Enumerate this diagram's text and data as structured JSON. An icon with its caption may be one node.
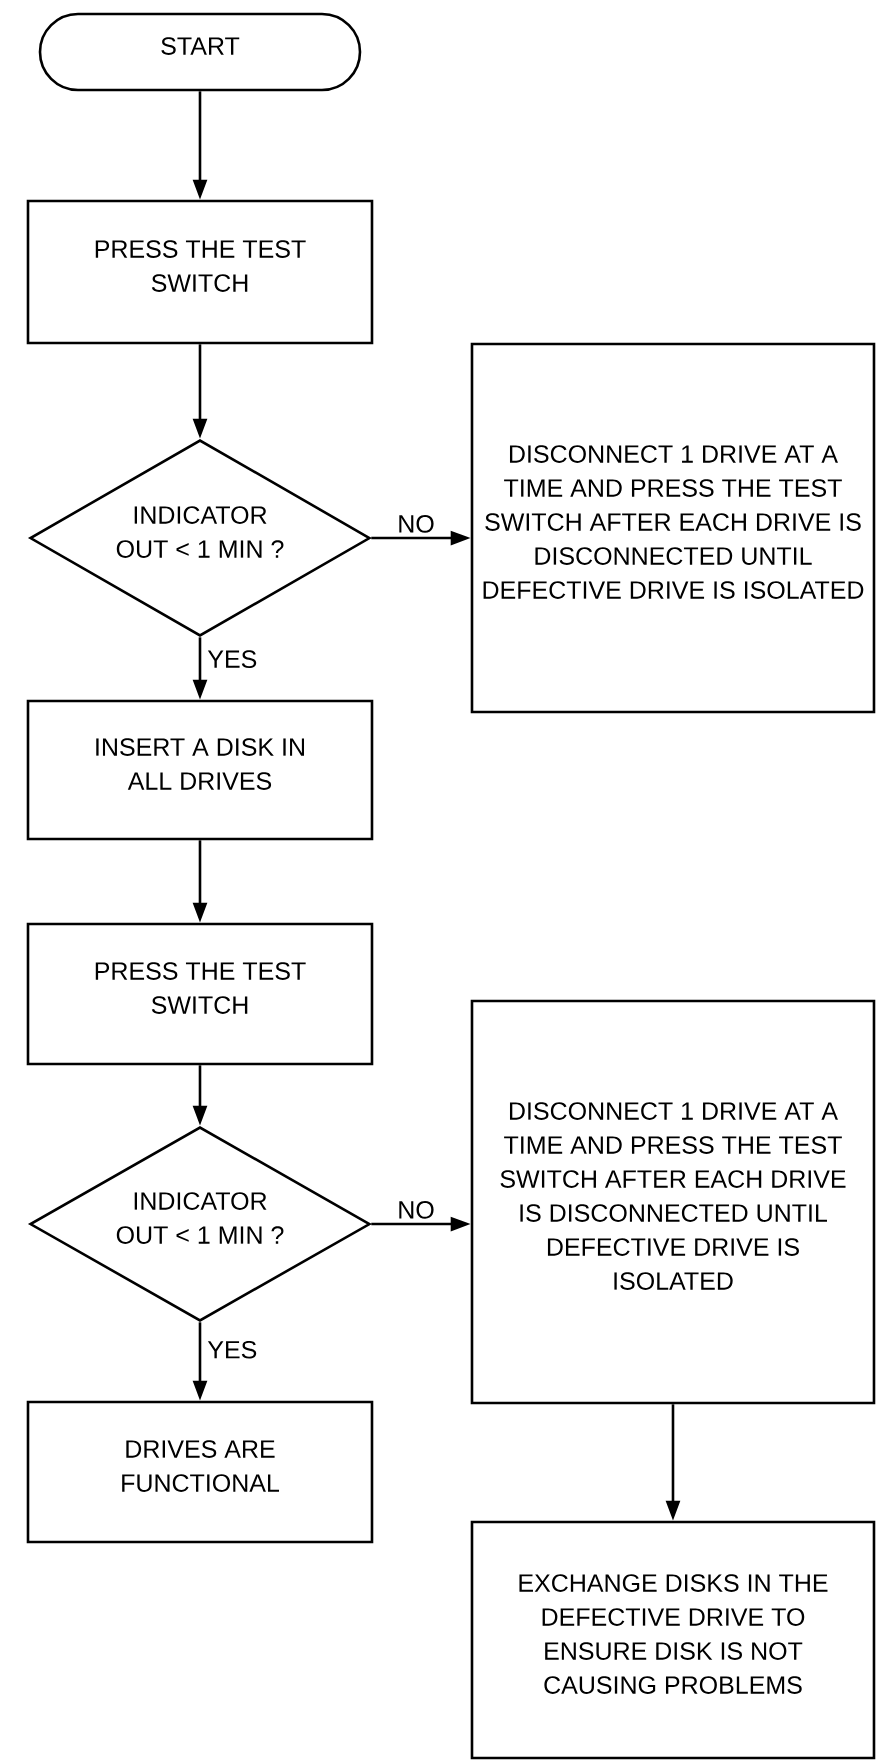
{
  "diagram": {
    "nodes": [
      {
        "text": [
          "START"
        ]
      },
      {
        "text": [
          "PRESS THE TEST SWITCH"
        ]
      },
      {
        "text": [
          "INDICATOR OUT < 1 MIN ?"
        ]
      },
      {
        "text": [
          "DISCONNECT 1 DRIVE AT A TIME AND PRESS THE TEST SWITCH AFTER EACH DRIVE IS DISCONNECTED UNTIL DEFECTIVE DRIVE IS ISOLATED"
        ]
      },
      {
        "text": [
          "INSERT A DISK IN ALL DRIVES"
        ]
      },
      {
        "text": [
          "PRESS THE TEST SWITCH"
        ]
      },
      {
        "text": [
          "INDICATOR OUT < 1 MIN ?"
        ]
      },
      {
        "text": [
          "DISCONNECT 1 DRIVE AT A TIME AND PRESS THE TEST SWITCH AFTER EACH DRIVE IS DISCONNECTED UNTIL DEFECTIVE DRIVE IS ISOLATED"
        ]
      },
      {
        "text": [
          "DRIVES ARE FUNCTIONAL"
        ]
      },
      {
        "text": [
          "EXCHANGE DISKS IN THE DEFECTIVE DRIVE TO ENSURE DISK IS NOT CAUSING PROBLEMS"
        ]
      }
    ],
    "edges": [
      {
        "from": 0,
        "to": 1,
        "arrow": "to"
      },
      {
        "from": 1,
        "to": 2,
        "arrow": "to"
      },
      {
        "from": 2,
        "to": 3,
        "arrow": "to",
        "label": "NO"
      },
      {
        "from": 2,
        "to": 4,
        "arrow": "to",
        "label": "YES"
      },
      {
        "from": 4,
        "to": 5,
        "arrow": "to"
      },
      {
        "from": 5,
        "to": 6,
        "arrow": "to"
      },
      {
        "from": 6,
        "to": 7,
        "arrow": "to",
        "label": "NO"
      },
      {
        "from": 6,
        "to": 8,
        "arrow": "to",
        "label": "YES"
      },
      {
        "from": 7,
        "to": 9,
        "arrow": "to"
      }
    ]
  }
}
